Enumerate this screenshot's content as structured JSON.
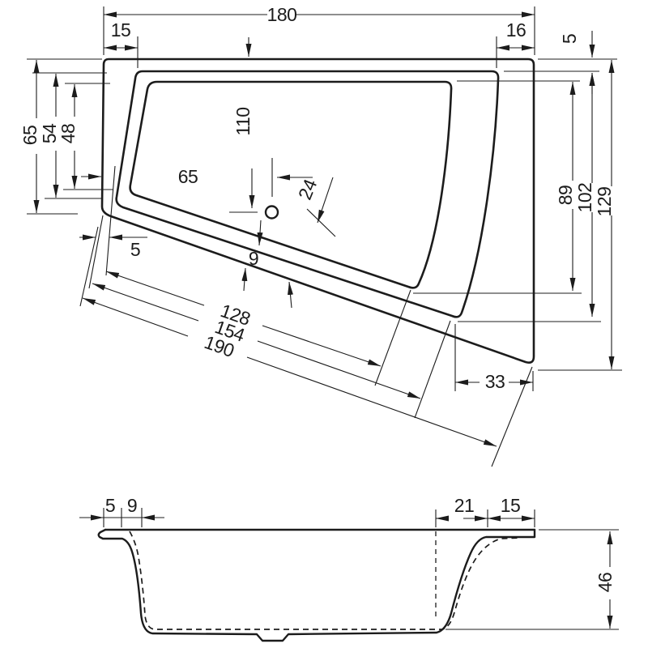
{
  "drawing_type": "bathtub technical dimension drawing",
  "colors": {
    "background": "#ffffff",
    "line": "#1c1c1c"
  },
  "plan_view": {
    "dims": {
      "total_width": "180",
      "left_inset": "15",
      "right_inset": "16",
      "rim_top_right": "5",
      "left_depth_outer": "65",
      "left_depth_mid": "54",
      "left_depth_inner": "48",
      "drain_from_right": "110",
      "drain_from_left": "65",
      "drain_to_front_edge": "24",
      "right_depth_inner": "89",
      "right_depth_mid": "102",
      "right_depth_outer": "129",
      "front_left_gap": "5",
      "front_rim_width": "9",
      "front_length_inner": "128",
      "front_length_mid": "154",
      "front_length_outer": "190",
      "corner_to_edge": "33"
    }
  },
  "section_view": {
    "dims": {
      "left_lip": "5",
      "left_wall": "9",
      "right_slope": "21",
      "right_lip": "15",
      "depth": "46"
    }
  }
}
